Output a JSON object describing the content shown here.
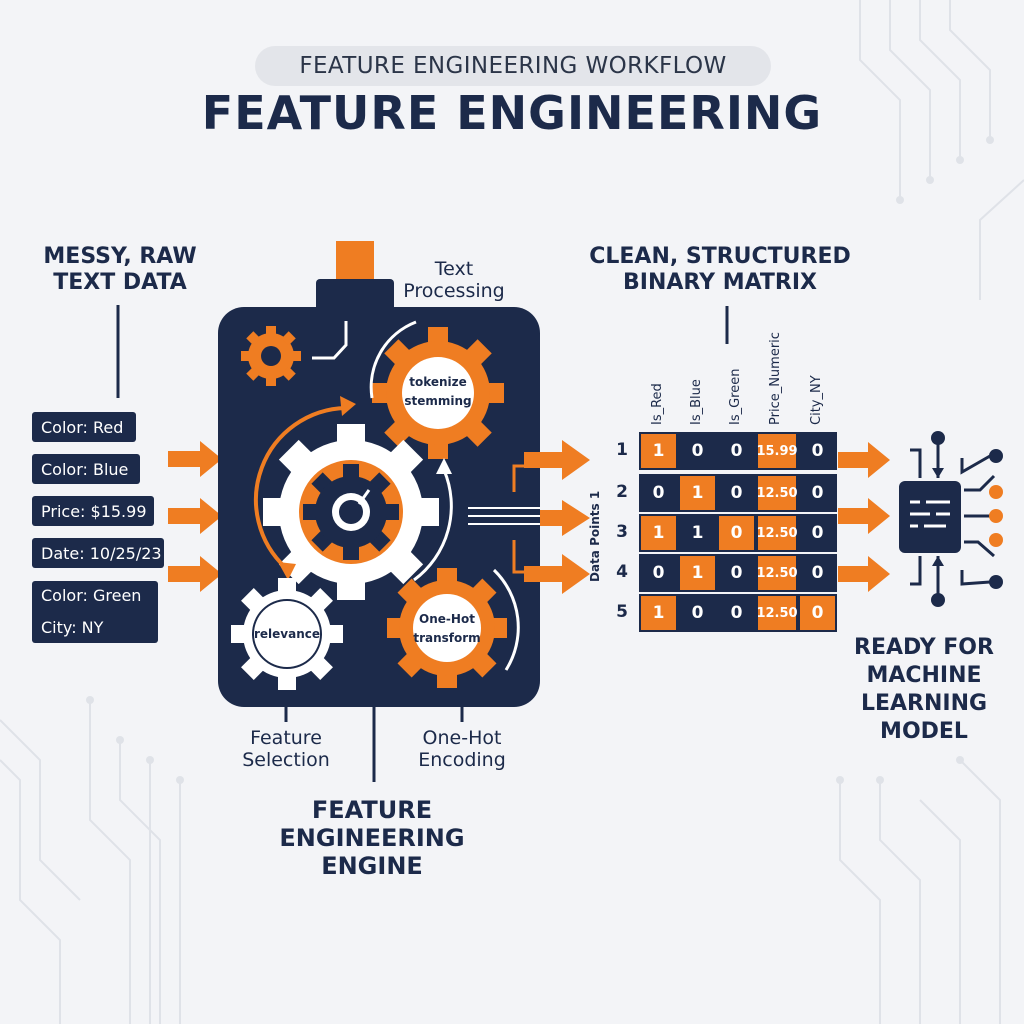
{
  "header": {
    "workflow_label": "FEATURE ENGINEERING WORKFLOW",
    "title": "FEATURE ENGINEERING"
  },
  "input": {
    "heading_line1": "MESSY, RAW",
    "heading_line2": "TEXT DATA",
    "items": [
      "Color: Red",
      "Color: Blue",
      "Price: $15.99",
      "Date: 10/25/23",
      "Color: Green",
      "City: NY"
    ]
  },
  "engine": {
    "top_label_line1": "Text",
    "top_label_line2": "Processing",
    "gear_tokenize": "tokenize",
    "gear_stemming": "stemming",
    "gear_relevance": "relevance",
    "gear_onehot": "One-Hot",
    "gear_transform": "transform",
    "feature_selection_line1": "Feature",
    "feature_selection_line2": "Selection",
    "onehot_label_line1": "One-Hot",
    "onehot_label_line2": "Encoding",
    "engine_title_line1": "FEATURE",
    "engine_title_line2": "ENGINEERING",
    "engine_title_line3": "ENGINE"
  },
  "matrix": {
    "heading_line1": "CLEAN, STRUCTURED",
    "heading_line2": "BINARY MATRIX",
    "columns": [
      "Is_Red",
      "Is_Blue",
      "Is_Green",
      "Price_Numeric",
      "City_NY"
    ],
    "y_axis_label": "Data Points 1",
    "rows": [
      {
        "index": "1",
        "cells": [
          "1",
          "0",
          "0",
          "15.99",
          "0"
        ]
      },
      {
        "index": "2",
        "cells": [
          "0",
          "1",
          "0",
          "12.50",
          "0"
        ]
      },
      {
        "index": "3",
        "cells": [
          "1",
          "1",
          "0",
          "12.50",
          "0"
        ]
      },
      {
        "index": "4",
        "cells": [
          "0",
          "1",
          "0",
          "12.50",
          "0"
        ]
      },
      {
        "index": "5",
        "cells": [
          "1",
          "0",
          "0",
          "12.50",
          "0"
        ]
      }
    ]
  },
  "output": {
    "line1": "READY FOR",
    "line2": "MACHINE",
    "line3": "LEARNING",
    "line4": "MODEL"
  },
  "colors": {
    "navy": "#1c2a4a",
    "orange": "#ef7d22",
    "light_orange": "#f4c59a",
    "background": "#f3f4f7"
  }
}
